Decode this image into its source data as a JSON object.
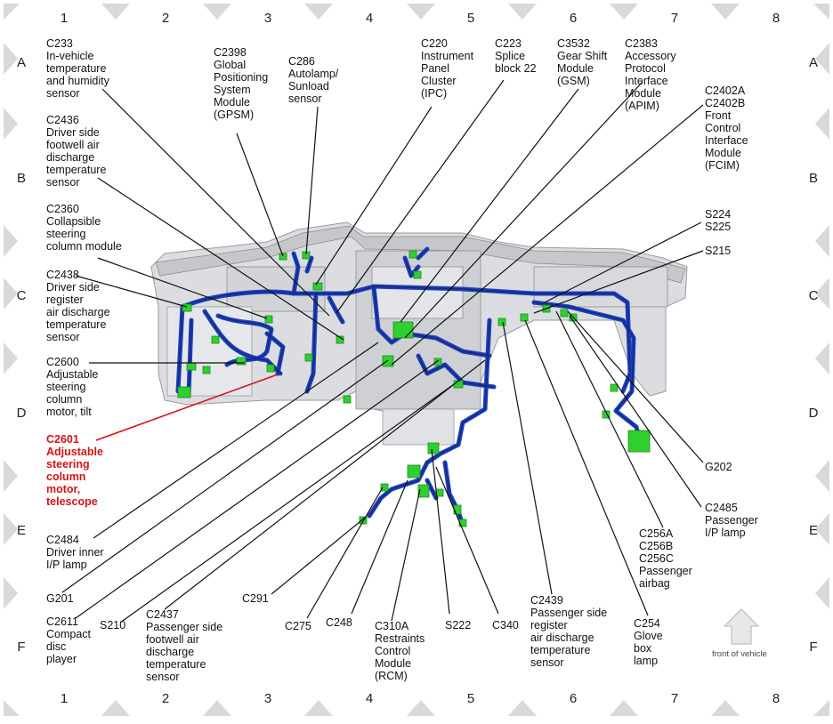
{
  "grid": {
    "columns": [
      "1",
      "2",
      "3",
      "4",
      "5",
      "6",
      "7",
      "8"
    ],
    "rows": [
      "A",
      "B",
      "C",
      "D",
      "E",
      "F"
    ]
  },
  "colors": {
    "harness": "#1f3fb8",
    "harness_dark": "#0b1f6e",
    "connector": "#2fcf2f",
    "leader_highlight": "#d4141a",
    "highlight_text": "#d4141a",
    "grid_triangle": "#d9d9d9"
  },
  "labels": {
    "c233": "C233\nIn-vehicle\ntemperature\nand humidity\nsensor",
    "c2398": "C2398\nGlobal\nPositioning\nSystem\nModule\n(GPSM)",
    "c286": "C286\nAutolamp/\nSunload\nsensor",
    "c220": "C220\nInstrument\nPanel\nCluster\n(IPC)",
    "c223": "C223\nSplice\nblock 22",
    "c3532": "C3532\nGear Shift\nModule\n(GSM)",
    "c2383": "C2383\nAccessory\nProtocol\nInterface\nModule\n(APIM)",
    "c2402": "C2402A\nC2402B\nFront\nControl\nInterface\nModule\n(FCIM)",
    "c2436": "C2436\nDriver side\nfootwell air\ndischarge\ntemperature\nsensor",
    "c2360": "C2360\nCollapsible\nsteering\ncolumn module",
    "s224": "S224\nS225",
    "s215": "S215",
    "c2438": "C2438\nDriver side\nregister\nair discharge\ntemperature\nsensor",
    "c2600": "C2600\nAdjustable\nsteering\ncolumn\nmotor, tilt",
    "c2601": "C2601\nAdjustable\nsteering\ncolumn\nmotor,\ntelescope",
    "g202": "G202",
    "c2485": "C2485\nPassenger\nI/P lamp",
    "c2484": "C2484\nDriver inner\nI/P lamp",
    "c256": "C256A\nC256B\nC256C\nPassenger\nairbag",
    "g201": "G201",
    "c291": "C291",
    "c2439": "C2439\nPassenger side\nregister\nair discharge\ntemperature\nsensor",
    "c2611": "C2611\nCompact\ndisc\nplayer",
    "s210": "S210",
    "c2437": "C2437\nPassenger side\nfootwell air\ndischarge\ntemperature\nsensor",
    "c275": "C275",
    "c248": "C248",
    "c310a": "C310A\nRestraints\nControl\nModule\n(RCM)",
    "s222": "S222",
    "c340": "C340",
    "c254": "C254\nGlove\nbox\nlamp"
  },
  "front_of_vehicle": "front of vehicle",
  "front_arrow_icon": "up-arrow-icon"
}
